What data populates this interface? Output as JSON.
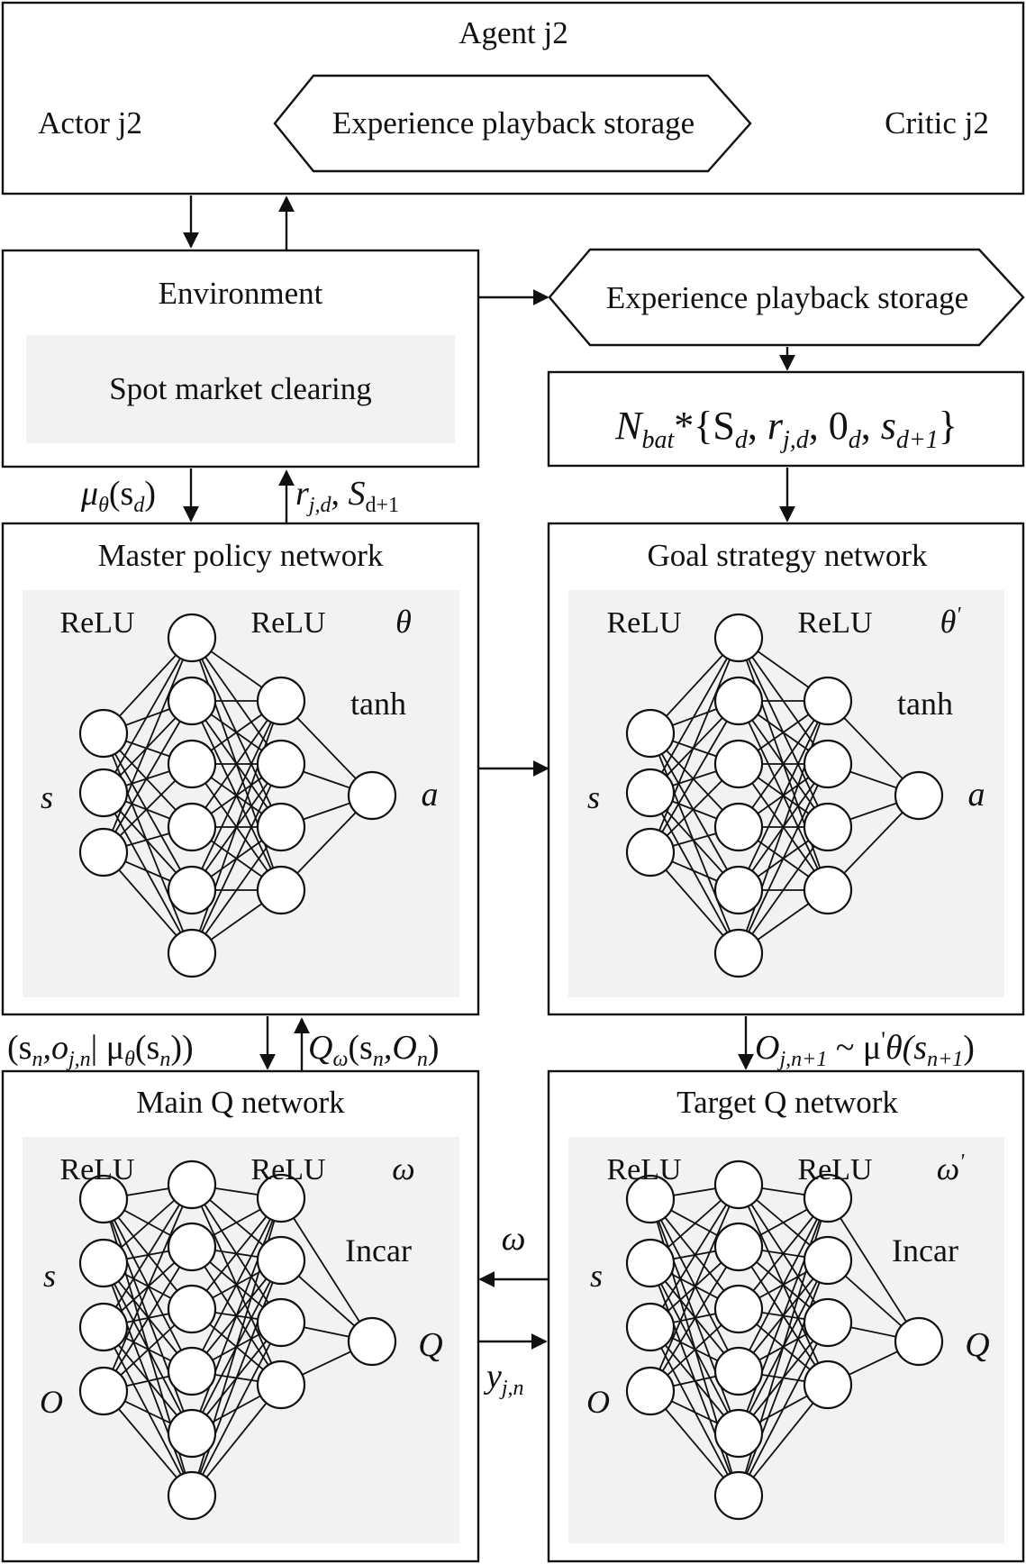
{
  "agent": {
    "title": "Agent j2",
    "actor": "Actor j2",
    "storage": "Experience playback storage",
    "critic": "Critic j2"
  },
  "environment": {
    "title": "Environment",
    "inner": "Spot market clearing"
  },
  "storage_right": "Experience playback storage",
  "batch": {
    "n": "N",
    "n_sub": "bat",
    "body": "*{S",
    "s_sub": "d",
    "r": "r",
    "r_sub": "j,d",
    "zero": "0",
    "zero_sub": "d",
    "s2": "s",
    "s2_sub": "d+1",
    "close": "}"
  },
  "arrows": {
    "mu_main": "μ",
    "mu_sub": "θ",
    "mu_arg": "(s",
    "mu_arg_sub": "d",
    "mu_close": ")",
    "r_main": "r",
    "r_sub": "j,d",
    "S_main": "S",
    "S_sub": "d+1",
    "left_q": "(s",
    "left_q_sn": "n",
    "left_q_o": ",o",
    "left_q_o_sub": "j,n",
    "left_q_bar": "| μ",
    "left_q_theta": "θ",
    "left_q_arg": "(s",
    "left_q_arg_sub": "n",
    "left_q_close": "))",
    "q_main": "Q",
    "q_sub": "ω",
    "q_arg": "(s",
    "q_arg_sub": "n",
    "q_mid": ",O",
    "q_mid_sub": "n",
    "q_close": ")",
    "target_o": "O",
    "target_o_sub": "j,n+1",
    "target_rest": "~ μ",
    "target_prime": "'",
    "target_theta": "θ(s",
    "target_arg_sub": "n+1",
    "target_close": ")",
    "omega_back": "ω",
    "y_main": "y",
    "y_sub": "j,n"
  },
  "networks": {
    "master": {
      "title": "Master policy network",
      "act1": "ReLU",
      "act2": "ReLU",
      "param": "θ",
      "param_prime": "",
      "out_act": "tanh",
      "input1": "s",
      "input2": "",
      "output": "a"
    },
    "goal": {
      "title": "Goal strategy network",
      "act1": "ReLU",
      "act2": "ReLU",
      "param": "θ",
      "param_prime": "'",
      "out_act": "tanh",
      "input1": "s",
      "input2": "",
      "output": "a"
    },
    "mainq": {
      "title": "Main Q network",
      "act1": "ReLU",
      "act2": "ReLU",
      "param": "ω",
      "param_prime": "",
      "out_act": "Incar",
      "input1": "s",
      "input2": "O",
      "output": "Q"
    },
    "targetq": {
      "title": "Target Q network",
      "act1": "ReLU",
      "act2": "ReLU",
      "param": "ω",
      "param_prime": "'",
      "out_act": "Incar",
      "input1": "s",
      "input2": "O",
      "output": "Q"
    }
  }
}
